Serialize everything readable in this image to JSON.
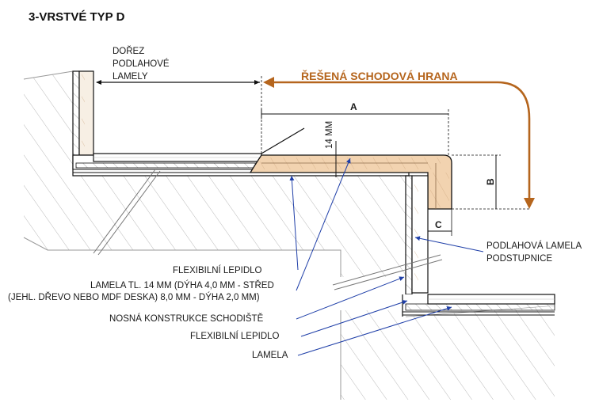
{
  "title": "3-VRSTVÉ TYP D",
  "headline": "ŘEŠENÁ SCHODOVÁ HRANA",
  "trim_label": [
    "DOŘEZ",
    "PODLAHOVÉ",
    "LAMELY"
  ],
  "dimensions": {
    "a": "A",
    "b": "B",
    "c": "C",
    "thickness": "14 MM"
  },
  "riser_label": [
    "PODLAHOVÁ LAMELA",
    "PODSTUPNICE"
  ],
  "labels": {
    "adhesive_1": "FLEXIBILNÍ LEPIDLO",
    "lamella_spec_1": "LAMELA TL. 14 MM (DÝHA 4,0 MM - STŘED",
    "lamella_spec_2": "(JEHL. DŘEVO NEBO MDF DESKA) 8,0 MM - DÝHA 2,0 MM)",
    "structure": "NOSNÁ KONSTRUKCE SCHODIŠTĚ",
    "adhesive_2": "FLEXIBILNÍ LEPIDLO",
    "lamella": "LAMELA"
  },
  "colors": {
    "accent": "#b5651d",
    "wood": "#f2d3b0",
    "leader": "#1f3fa8",
    "concrete_line": "#9a9a9a",
    "outline": "#111111"
  }
}
